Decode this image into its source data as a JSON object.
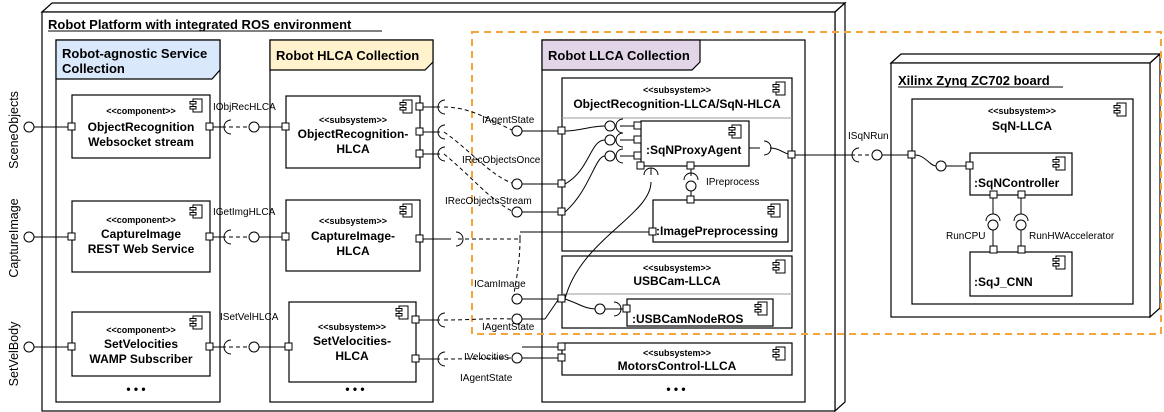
{
  "platform": {
    "title": "Robot Platform with integrated ROS environment"
  },
  "service_collection": {
    "title_line1": "Robot-agnostic Service",
    "title_line2": "Collection",
    "color": "#dae8fc",
    "more": "• • •"
  },
  "hlca_collection": {
    "title": "Robot HLCA Collection",
    "color": "#fff2cc",
    "more": "• • •"
  },
  "llca_collection": {
    "title": "Robot LLCA Collection",
    "color": "#e1d5e7",
    "more": "• • •"
  },
  "zynq": {
    "title": "Xilinx Zynq ZC702 board"
  },
  "external": {
    "scene": "SceneObjects",
    "capture": "CaptureImage",
    "setvel": "SetVelBody"
  },
  "stereotypes": {
    "component": "<<component>>",
    "subsystem": "<<subsystem>>"
  },
  "components": {
    "objrec_ws": {
      "line1": "ObjectRecognition",
      "line2": "Websocket stream"
    },
    "capture_rest": {
      "line1": "CaptureImage",
      "line2": "REST Web Service"
    },
    "setvel_wamp": {
      "line1": "SetVelocities",
      "line2": "WAMP Subscriber"
    }
  },
  "hlca": {
    "objrec": {
      "line1": "ObjectRecognition-",
      "line2": "HLCA"
    },
    "capture": {
      "line1": "CaptureImage-",
      "line2": "HLCA"
    },
    "setvel": {
      "line1": "SetVelocities-",
      "line2": "HLCA"
    }
  },
  "llca": {
    "objrec": {
      "name": "ObjectRecognition-LLCA/SqN-HLCA"
    },
    "proxy": {
      "name": ":SqNProxyAgent"
    },
    "preproc": {
      "name": ":ImagePreprocessing"
    },
    "usbcam": {
      "name": "USBCam-LLCA"
    },
    "usbnode": {
      "name": ":USBCamNodeROS"
    },
    "motors": {
      "name": "MotorsControl-LLCA"
    }
  },
  "sqn": {
    "llca": {
      "name": "SqN-LLCA"
    },
    "controller": {
      "name": ":SqNController"
    },
    "cnn": {
      "name": ":SqJ_CNN"
    }
  },
  "interfaces": {
    "iobjrec": "IObjRecHLCA",
    "igetimg": "IGetImgHLCA",
    "isetvel": "ISetVelHLCA",
    "iagentstate1": "IAgentState",
    "irecobjonce": "IRecObjectsOnce",
    "irecobjstream": "IRecObjectsStream",
    "icamimage": "ICamImage",
    "iagentstate2": "IAgentState",
    "ivelocities": "IVelocities",
    "iagentstate3": "IAgentState",
    "isqnrun": "ISqNRun",
    "ipreprocess": "IPreprocess",
    "runcpu": "RunCPU",
    "runhw": "RunHWAccelerator"
  },
  "highlight_color": "#f5a53b"
}
